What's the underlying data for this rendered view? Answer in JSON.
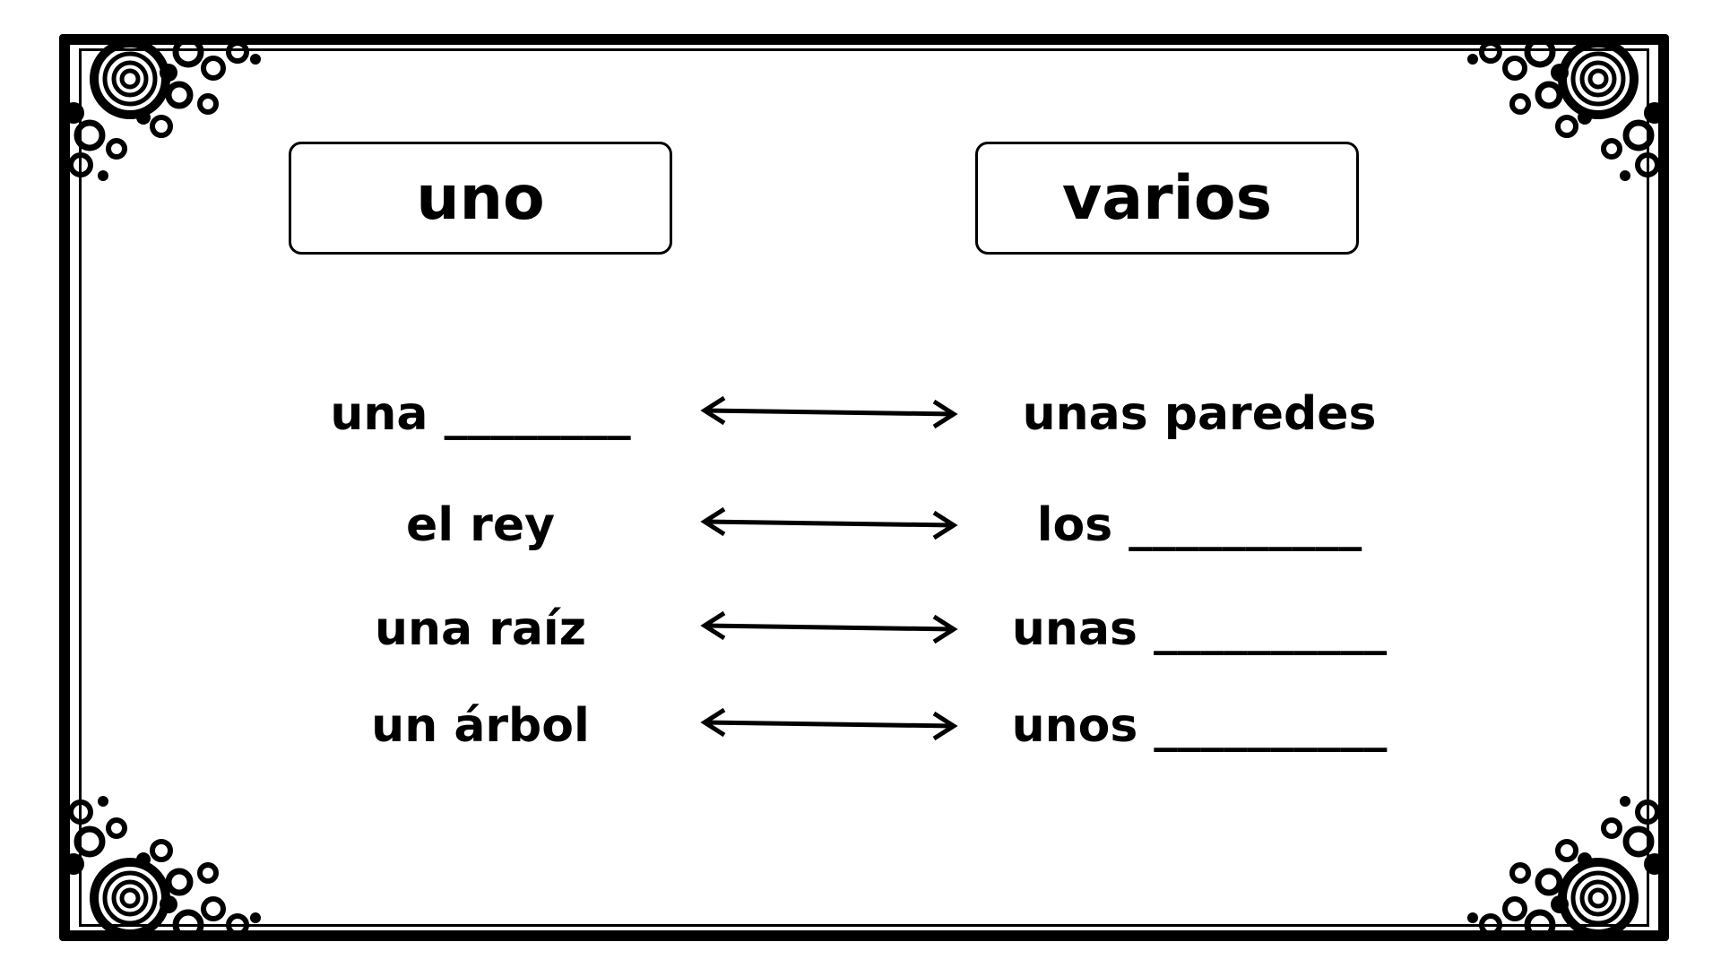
{
  "headers": {
    "left": "uno",
    "right": "varios"
  },
  "rows": [
    {
      "singular": "una ________",
      "plural": "unas paredes"
    },
    {
      "singular": "el rey",
      "plural": "los __________"
    },
    {
      "singular": "una raíz",
      "plural": "unas __________"
    },
    {
      "singular": "un árbol",
      "plural": "unos __________"
    }
  ],
  "icons": {
    "arrow": "double-arrow-icon",
    "corner": "swirl-ornament-icon"
  }
}
